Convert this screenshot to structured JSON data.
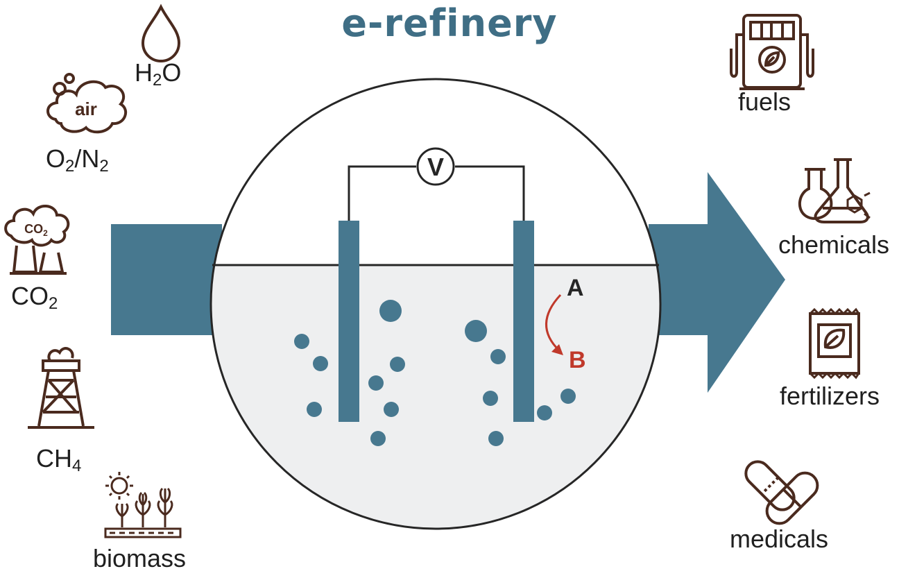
{
  "title": "e-refinery",
  "colors": {
    "teal": "#47788f",
    "title": "#3f6e85",
    "icon": "#4a2a1e",
    "liquid": "#eeeff0",
    "line": "#262626",
    "product_b": "#c0392b"
  },
  "cell": {
    "voltmeter": "V",
    "reactant": "A",
    "product": "B"
  },
  "inputs": [
    {
      "id": "water",
      "icon": "water-drop-icon",
      "text": "H",
      "sub": "2",
      "tail": "O"
    },
    {
      "id": "air",
      "icon": "air-cloud-icon",
      "cloud_text": "air",
      "text": "O",
      "sub": "2",
      "mid": "/N",
      "sub2": "2"
    },
    {
      "id": "co2",
      "icon": "co2-factory-icon",
      "cloud_text": "CO",
      "cloud_sub": "2",
      "text": "CO",
      "sub": "2"
    },
    {
      "id": "ch4",
      "icon": "gas-derrick-icon",
      "text": "CH",
      "sub": "4"
    },
    {
      "id": "biomass",
      "icon": "plants-sun-icon",
      "text": "biomass"
    }
  ],
  "outputs": [
    {
      "id": "fuels",
      "icon": "fuel-pump-icon",
      "text": "fuels"
    },
    {
      "id": "chemicals",
      "icon": "flasks-icon",
      "text": "chemicals"
    },
    {
      "id": "fertilizers",
      "icon": "fertilizer-bag-icon",
      "text": "fertilizers"
    },
    {
      "id": "medicals",
      "icon": "pills-icon",
      "text": "medicals"
    }
  ]
}
